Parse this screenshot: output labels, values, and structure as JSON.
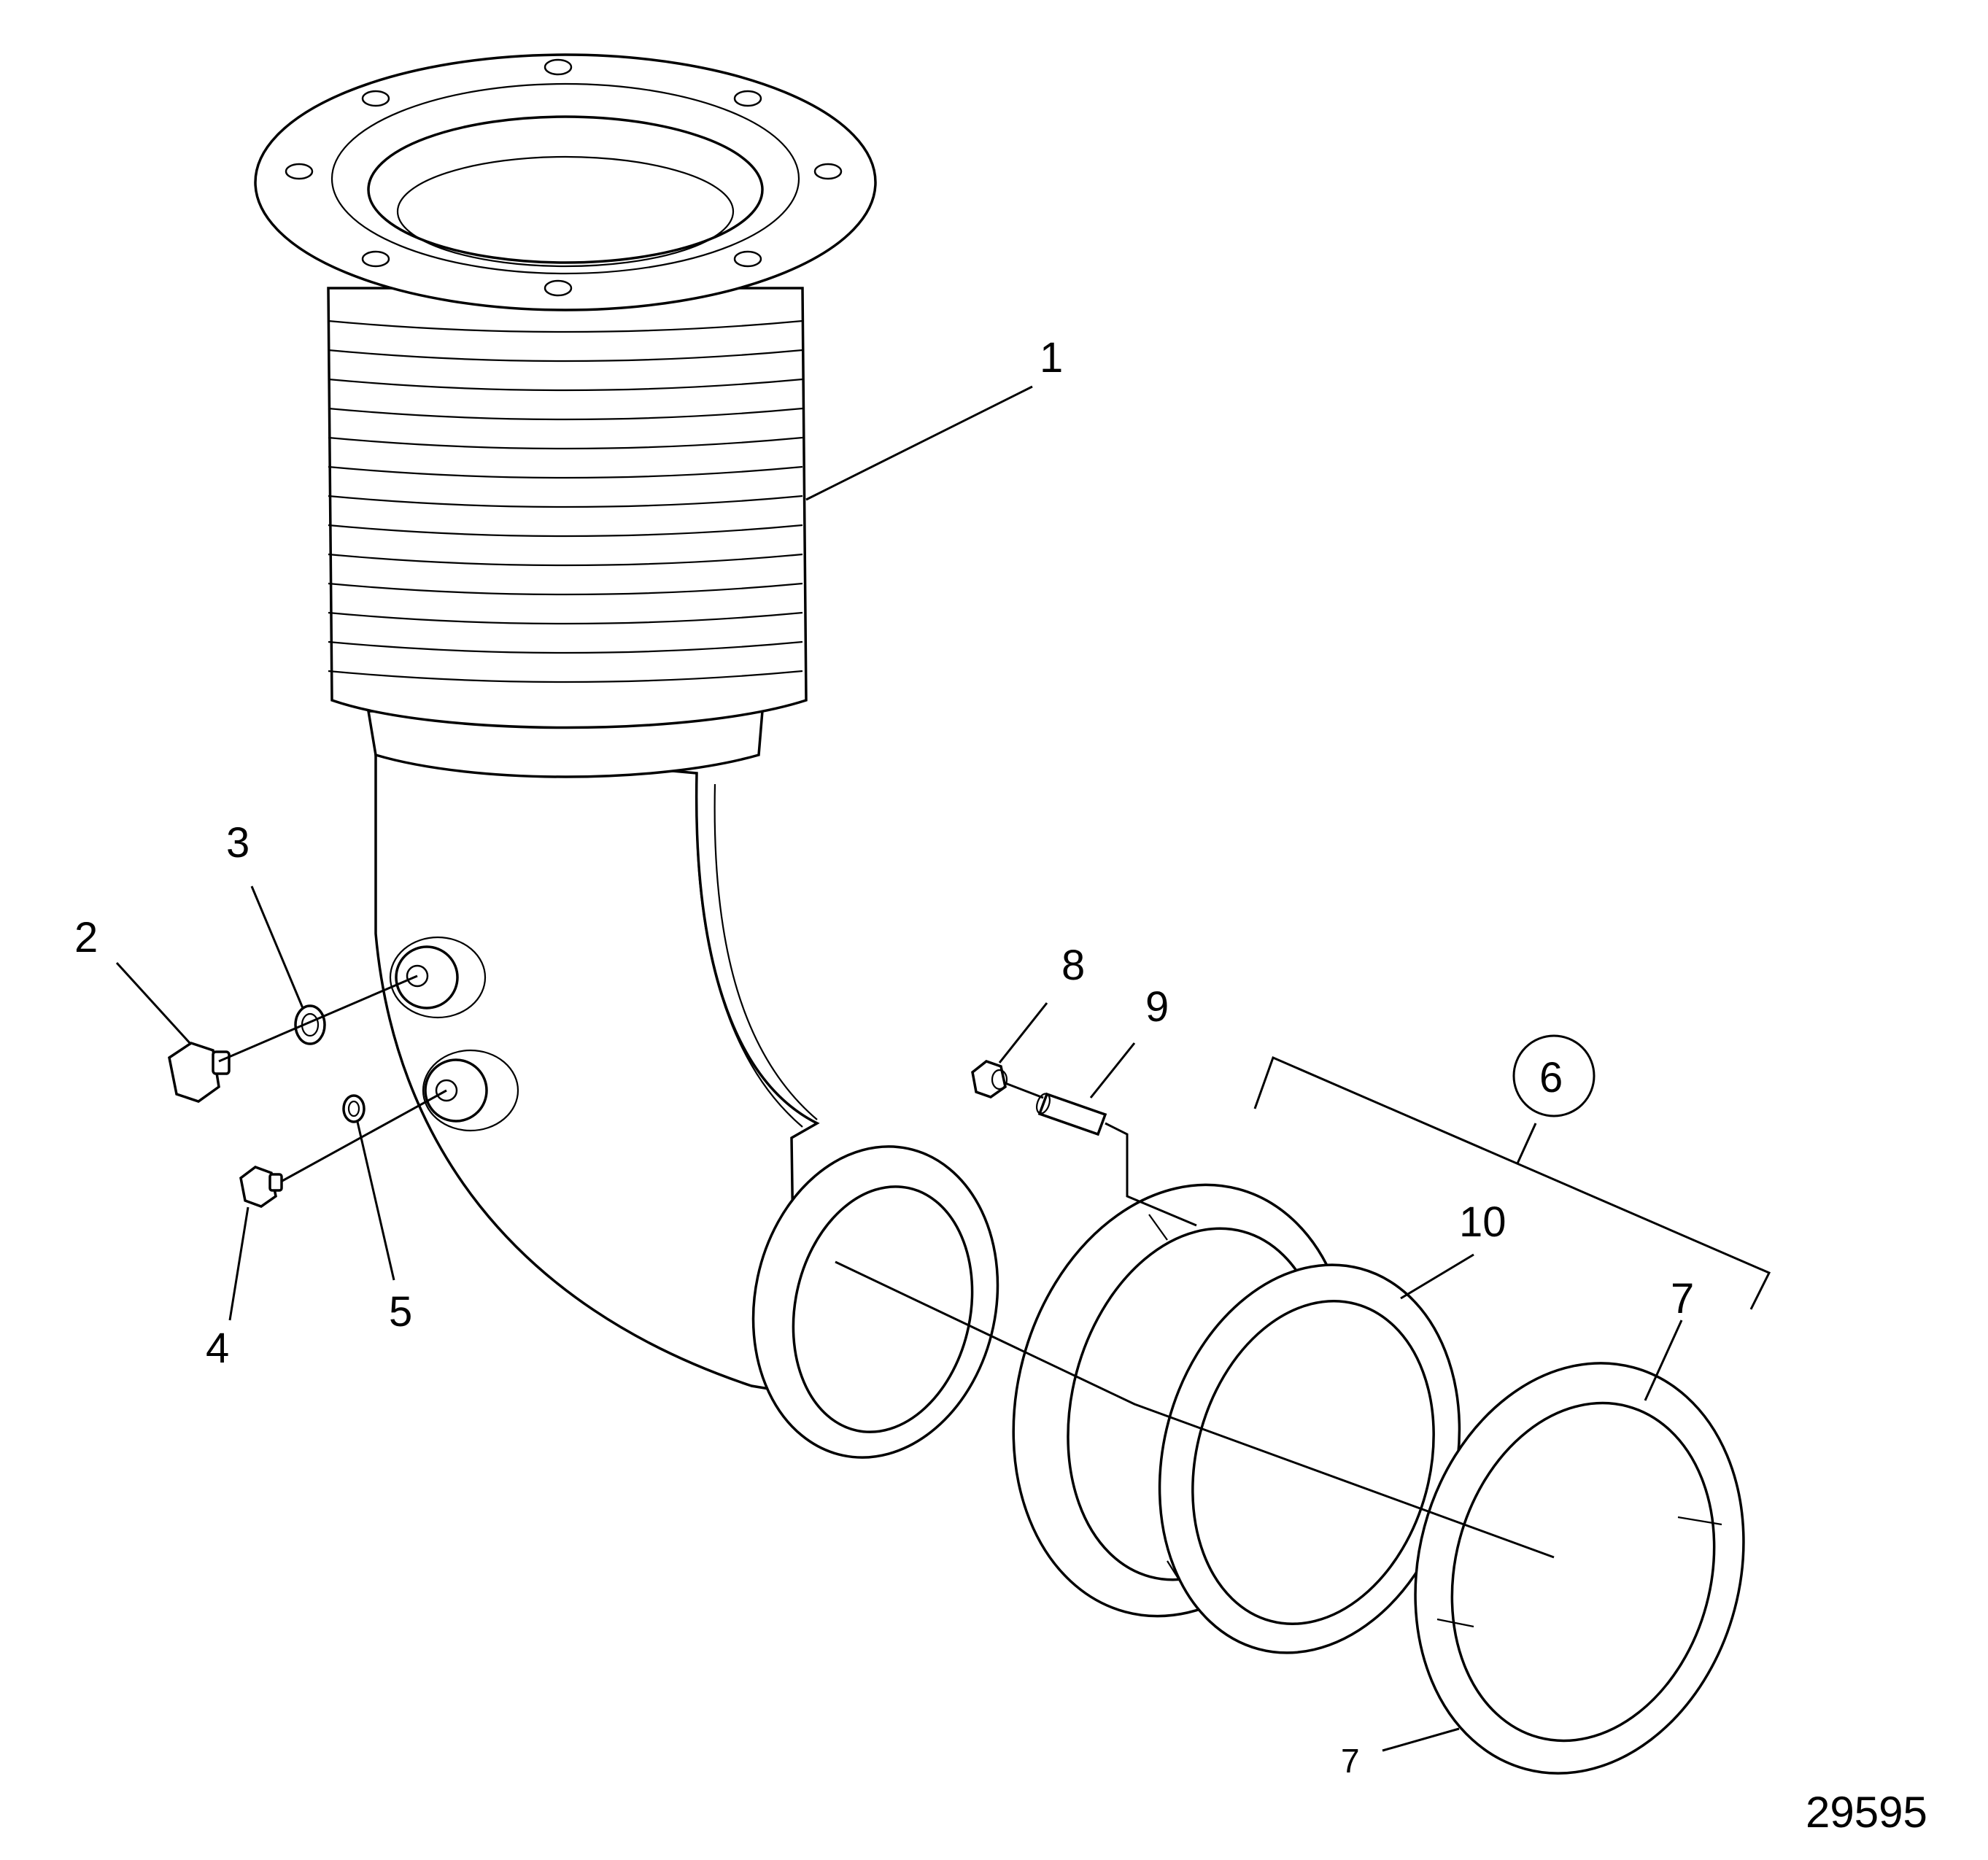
{
  "callouts": {
    "c1": "1",
    "c2": "2",
    "c3": "3",
    "c4": "4",
    "c5": "5",
    "c6": "6",
    "c7a": "7",
    "c7b": "7",
    "c8": "8",
    "c9": "9",
    "c10": "10"
  },
  "figure_number": "29595"
}
